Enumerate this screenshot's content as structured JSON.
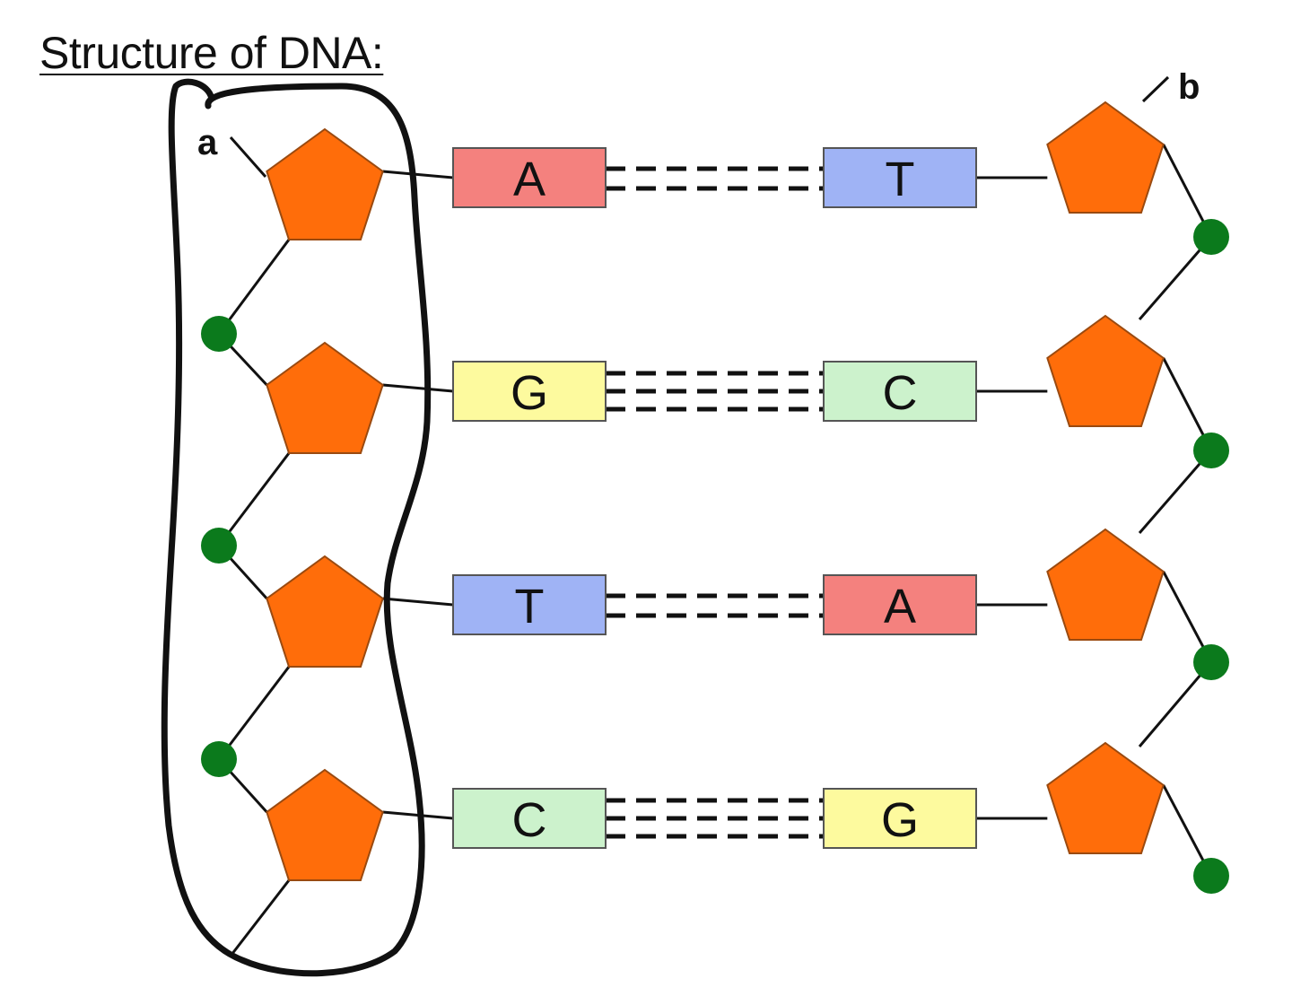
{
  "title": "Structure of DNA:",
  "labels": {
    "a": "a",
    "b": "b"
  },
  "colors": {
    "sugar": "#ff6d0a",
    "sugar_stroke": "#9a4a10",
    "phosphate": "#0b7a1c",
    "A": "#f4817e",
    "T": "#9fb3f5",
    "G": "#fdfa9e",
    "C": "#ccf2cc",
    "outline": "#111111"
  },
  "pairs": [
    {
      "left": "A",
      "right": "T",
      "bonds": 2
    },
    {
      "left": "G",
      "right": "C",
      "bonds": 3
    },
    {
      "left": "T",
      "right": "A",
      "bonds": 2
    },
    {
      "left": "C",
      "right": "G",
      "bonds": 3
    }
  ]
}
